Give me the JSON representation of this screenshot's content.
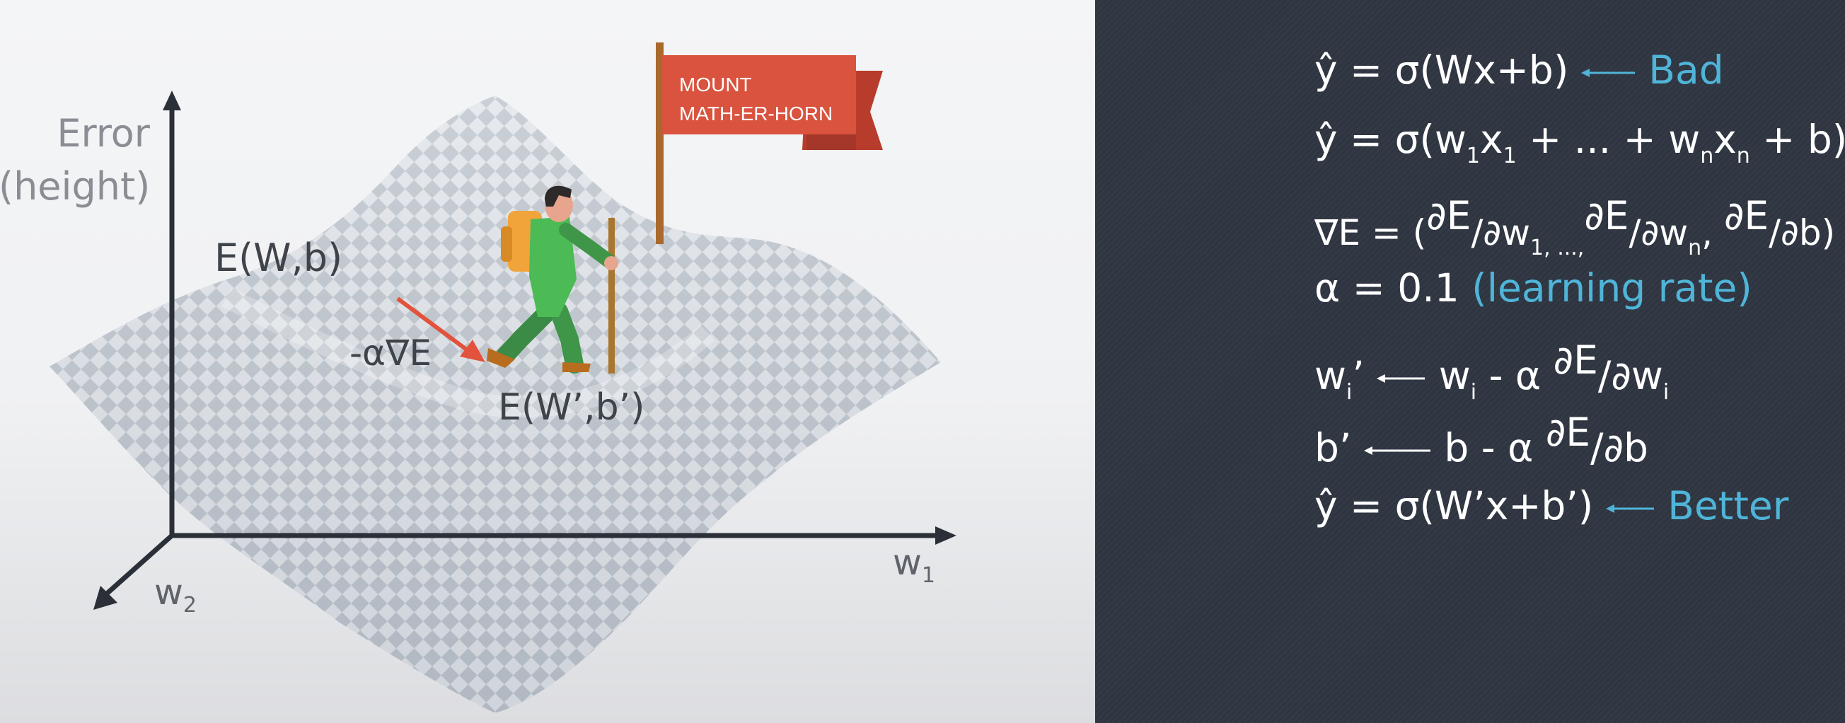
{
  "diagram": {
    "axis_labels": {
      "error": [
        "Error",
        "(height)"
      ],
      "w1": {
        "base": "w",
        "sub": "1"
      },
      "w2": {
        "base": "w",
        "sub": "2"
      }
    },
    "surface_labels": {
      "current": "E(W,b)",
      "next": "E(W’,b’)",
      "step": "-α∇E"
    },
    "flag": [
      "MOUNT",
      "MATH-ER-HORN"
    ],
    "colors": {
      "flag": "#d9533f",
      "arrow": "#e2523c",
      "hiker_shirt": "#4cbb55",
      "backpack": "#f0a43a",
      "axis": "#2b3038"
    }
  },
  "equations": {
    "eq1": {
      "text": "ŷ = σ(Wx+b)",
      "note": "Bad"
    },
    "eq2": {
      "a": "ŷ = σ(w",
      "s1": "1",
      "b": "x",
      "s2": "1",
      "c": " + ... + w",
      "s3": "n",
      "d": "x",
      "s4": "n",
      "e": " + b)"
    },
    "eq3": {
      "a": "∇E = (",
      "f1": "∂E",
      "b": "/∂w",
      "s1": "1, ...,",
      "f2": "∂E",
      "c": "/∂w",
      "s2": "n",
      "d": ",  ",
      "f3": "∂E",
      "e": "/∂b)"
    },
    "eq4": {
      "a": "α =  0.1 ",
      "note": "(learning rate)"
    },
    "eq5": {
      "a": "w",
      "s1": "i",
      "b": "’",
      "c": "w",
      "s2": "i",
      "d": " - α  ",
      "f": "∂E",
      "e": "/∂w",
      "s3": "i"
    },
    "eq6": {
      "a": "b’",
      "b": "b - α  ",
      "f": "∂E",
      "c": "/∂b"
    },
    "eq7": {
      "text": "ŷ = σ(W’x+b’)",
      "note": "Better"
    }
  }
}
